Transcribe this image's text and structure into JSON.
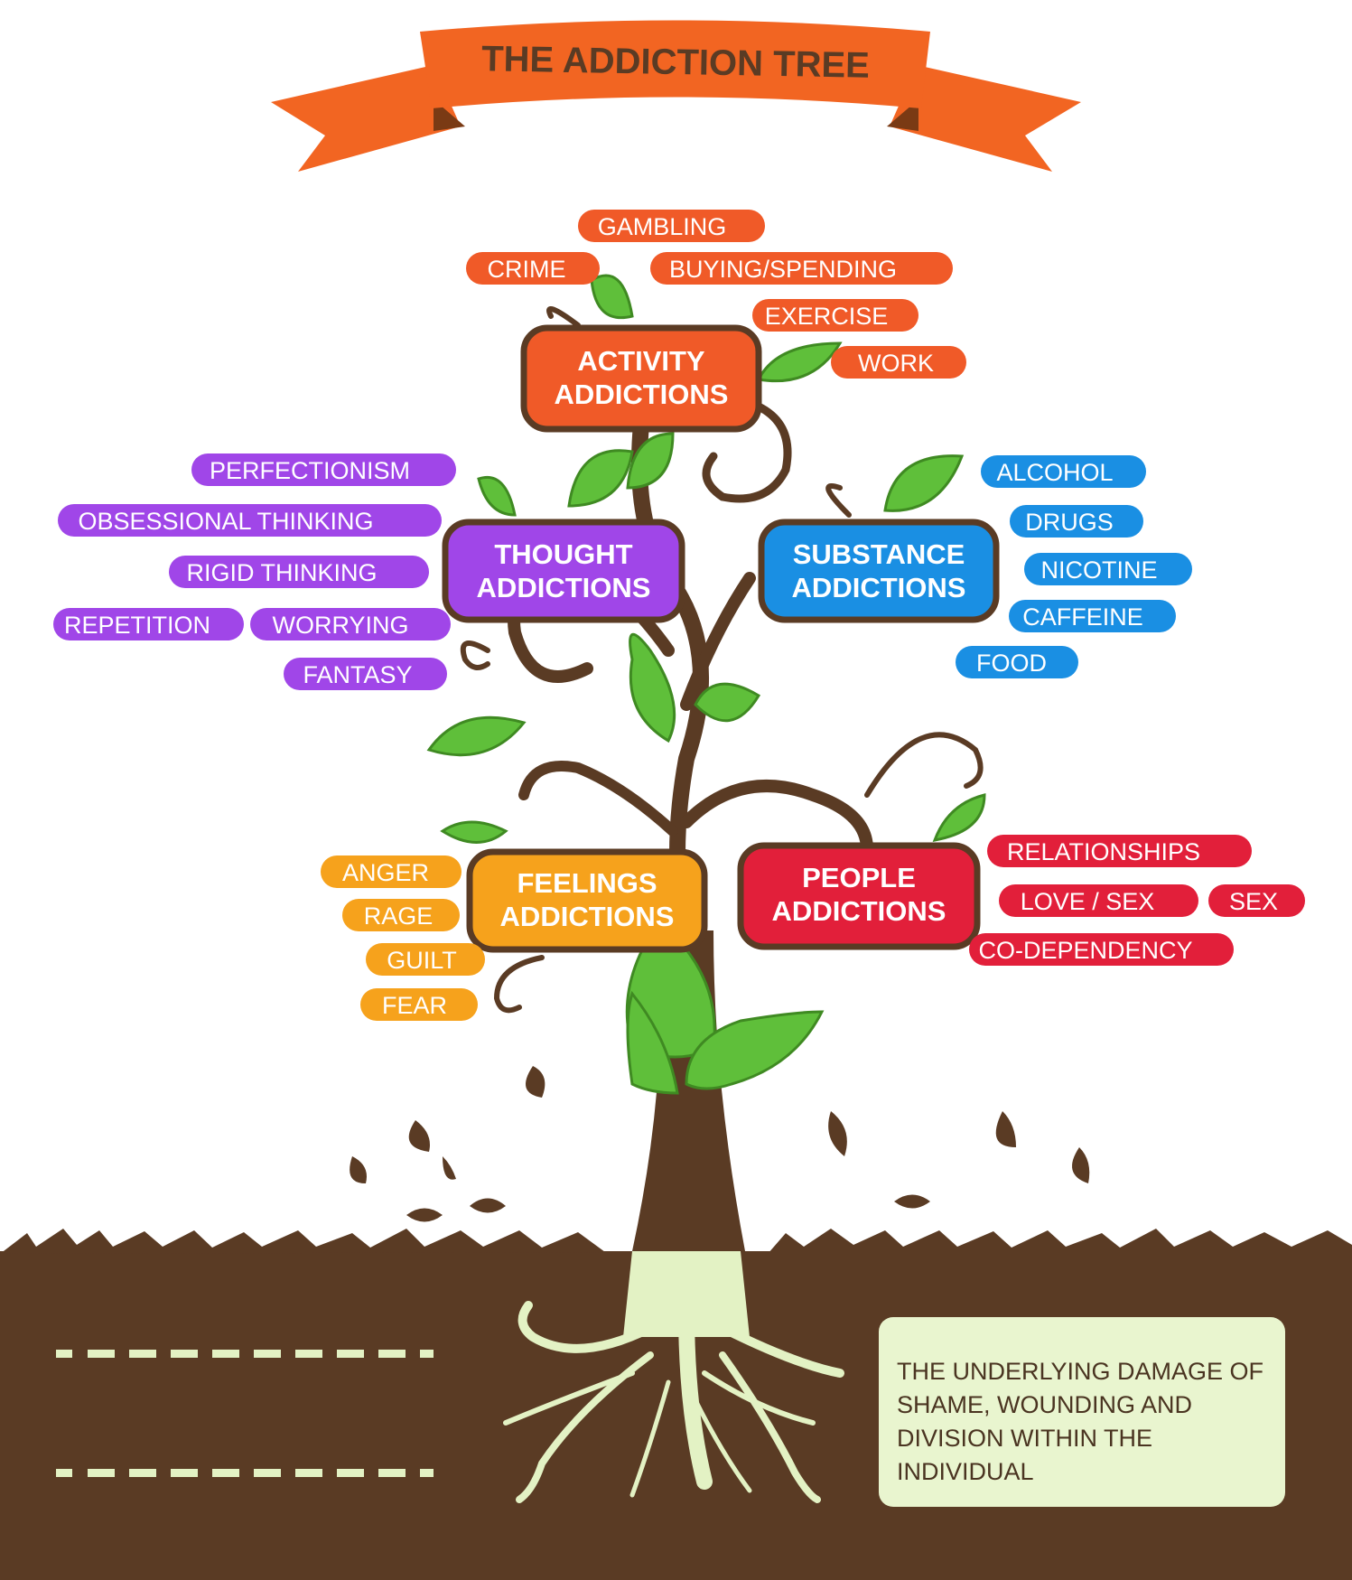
{
  "title": "THE ADDICTION TREE",
  "colors": {
    "activity": "#f05a28",
    "thought": "#a046e8",
    "substance": "#1a8fe3",
    "feelings": "#f6a21c",
    "people": "#e21f3a",
    "trunk": "#5a3b24",
    "soil": "#5a3b24",
    "leaf": "#5fbf3a",
    "root": "#e3f2c4",
    "banner": "#f26522"
  },
  "categories": [
    {
      "id": "activity",
      "line1": "ACTIVITY",
      "line2": "ADDICTIONS",
      "items": [
        "GAMBLING",
        "CRIME",
        "BUYING/SPENDING",
        "EXERCISE",
        "WORK"
      ]
    },
    {
      "id": "thought",
      "line1": "THOUGHT",
      "line2": "ADDICTIONS",
      "items": [
        "PERFECTIONISM",
        "OBSESSIONAL THINKING",
        "RIGID THINKING",
        "REPETITION",
        "WORRYING",
        "FANTASY"
      ]
    },
    {
      "id": "substance",
      "line1": "SUBSTANCE",
      "line2": "ADDICTIONS",
      "items": [
        "ALCOHOL",
        "DRUGS",
        "NICOTINE",
        "CAFFEINE",
        "FOOD"
      ]
    },
    {
      "id": "feelings",
      "line1": "FEELINGS",
      "line2": "ADDICTIONS",
      "items": [
        "ANGER",
        "RAGE",
        "GUILT",
        "FEAR"
      ]
    },
    {
      "id": "people",
      "line1": "PEOPLE",
      "line2": "ADDICTIONS",
      "items": [
        "RELATIONSHIPS",
        "LOVE / SEX",
        "SEX",
        "CO-DEPENDENCY"
      ]
    }
  ],
  "roots_note": "THE UNDERLYING DAMAGE OF SHAME, WOUNDING AND DIVISION WITHIN THE INDIVIDUAL"
}
